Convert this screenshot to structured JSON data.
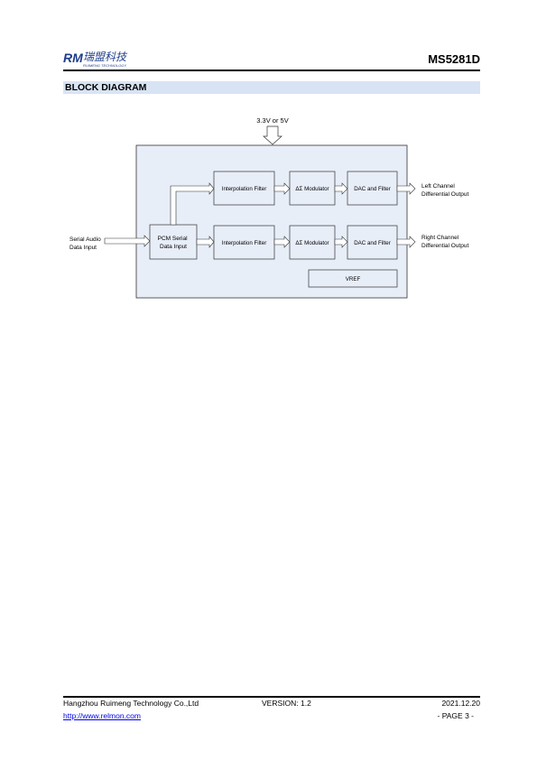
{
  "header": {
    "logo": {
      "initials": "RM",
      "chinese": "瑞盟科技",
      "english": "RUIMENG TECHNOLOGY"
    },
    "part_number": "MS5281D"
  },
  "section": {
    "title": "BLOCK DIAGRAM"
  },
  "diagram": {
    "supply_label": "3.3V or 5V",
    "input_label": [
      "Serial Audio",
      "Data Input"
    ],
    "pcm_block": [
      "PCM Serial",
      "Data Input"
    ],
    "interp_filter_top": "Interpolation Filter",
    "interp_filter_bottom": "Interpolation Filter",
    "modulator_top": "ΔΣ Modulator",
    "modulator_bottom": "ΔΣ Modulator",
    "dac_top": "DAC and Filter",
    "dac_bottom": "DAC and Filter",
    "left_output": [
      "Left Channel",
      "Differential Output"
    ],
    "right_output": [
      "Right Channel",
      "Differential Output"
    ],
    "vref": "VREF"
  },
  "footer": {
    "company": "Hangzhou Ruimeng Technology Co.,Ltd",
    "version": "VERSION: 1.2",
    "date": "2021.12.20",
    "url": "http://www.relmon.com",
    "page": "- PAGE 3 -"
  },
  "colors": {
    "section_bg": "#d8e4f4",
    "diagram_bg": "#e8eef8",
    "logo_blue": "#1f3c8c"
  }
}
